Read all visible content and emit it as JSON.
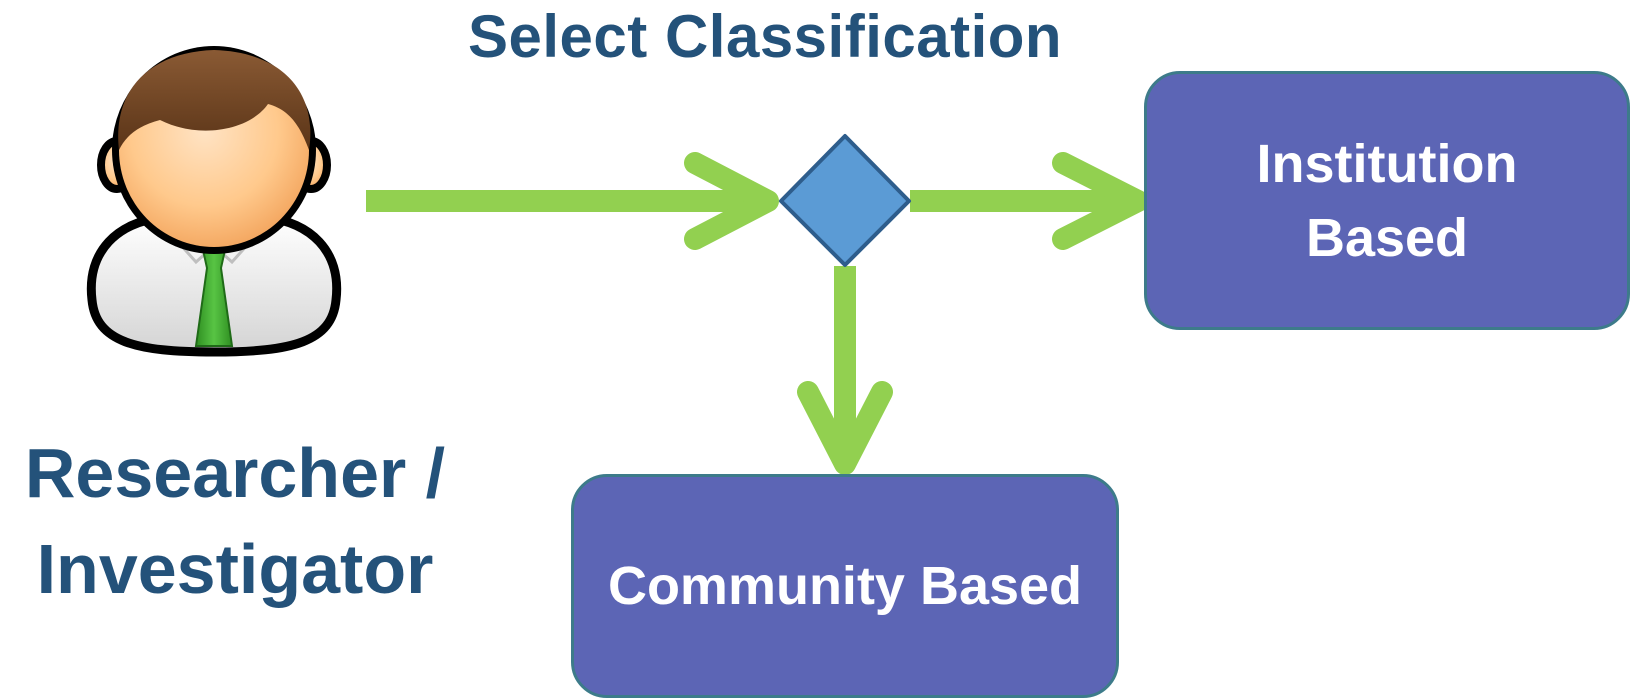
{
  "title": "Select Classification",
  "actor": {
    "label_line1": "Researcher /",
    "label_line2": "Investigator",
    "icon": "person-icon"
  },
  "decision": {
    "icon": "diamond-decision"
  },
  "targets": {
    "institution": {
      "line1": "Institution",
      "line2": "Based"
    },
    "community": {
      "label": "Community Based"
    }
  },
  "colors": {
    "title": "#24527a",
    "arrow": "#92d050",
    "box_fill": "#5c65b5",
    "box_border": "#3d7b8a",
    "diamond_fill": "#5b9bd5",
    "diamond_border": "#2e5d8c",
    "tie": "#3aa02b"
  }
}
